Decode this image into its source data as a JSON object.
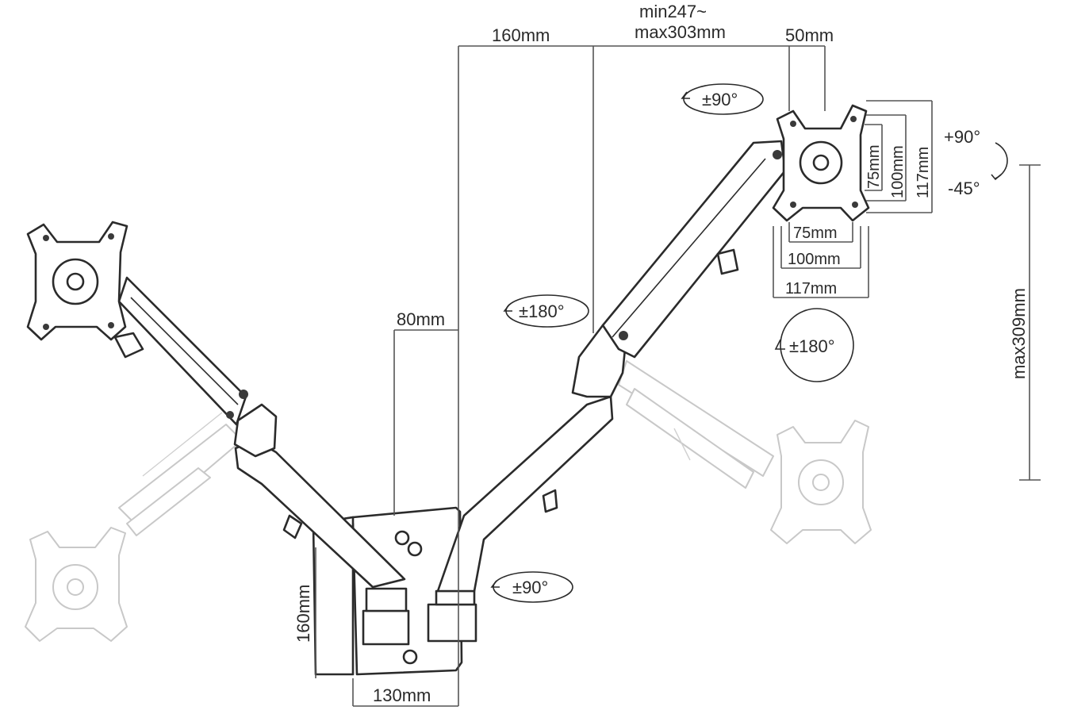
{
  "labels": {
    "arm_length": "160mm",
    "arm_extension_min": "min247~",
    "arm_extension_max": "max303mm",
    "plate_offset": "50mm",
    "pole_offset": "80mm",
    "base_height": "160mm",
    "base_width": "130mm",
    "height_adjust": "max309mm"
  },
  "rotation": {
    "top_left": "±90°",
    "mid_arm": "±180°",
    "right_screen": "±180°",
    "base": "±90°",
    "tilt_up": "+90°",
    "tilt_down": "-45°"
  },
  "vesa": {
    "h1": "75mm",
    "h2": "100mm",
    "h3": "117mm",
    "v1": "75mm",
    "v2": "100mm",
    "v3": "117mm"
  }
}
